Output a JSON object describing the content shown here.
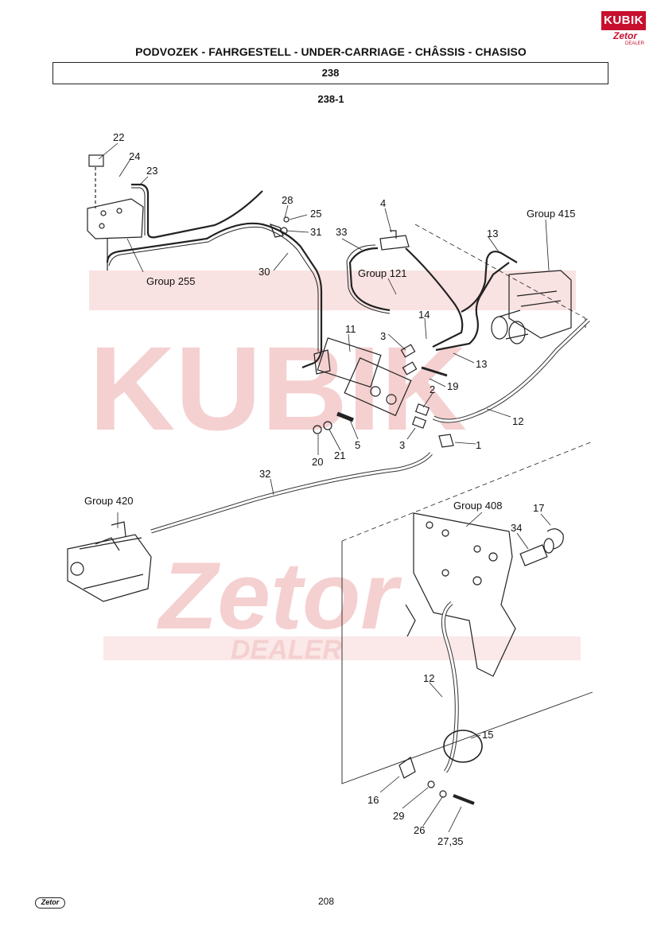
{
  "header": {
    "title": "PODVOZEK - FAHRGESTELL - UNDER-CARRIAGE - CHÂSSIS - CHASISO",
    "group": "238",
    "subgroup": "238-1"
  },
  "logo": {
    "brand": "KUBIK",
    "sub": "Zetor",
    "tag": "DEALER"
  },
  "watermark": {
    "word1": "KUBIK",
    "word2": "Zetor",
    "word3": "DEALER"
  },
  "footer": {
    "page": "208",
    "brand": "Zetor"
  },
  "callouts": {
    "p1": "1",
    "p2": "2",
    "p3a": "3",
    "p3b": "3",
    "p4": "4",
    "p5": "5",
    "p11": "11",
    "p12a": "12",
    "p12b": "12",
    "p13a": "13",
    "p13b": "13",
    "p14": "14",
    "p15": "15",
    "p16": "16",
    "p17": "17",
    "p19": "19",
    "p20": "20",
    "p21": "21",
    "p22": "22",
    "p23": "23",
    "p24": "24",
    "p25": "25",
    "p26": "26",
    "p2735": "27,35",
    "p28": "28",
    "p29": "29",
    "p30": "30",
    "p31": "31",
    "p32": "32",
    "p33": "33",
    "p34": "34"
  },
  "group_refs": {
    "g255": "Group 255",
    "g121": "Group 121",
    "g415": "Group 415",
    "g420": "Group 420",
    "g408": "Group 408"
  },
  "colors": {
    "accent": "#c8102e",
    "watermark": "#f5d0d0",
    "ink": "#111111"
  }
}
